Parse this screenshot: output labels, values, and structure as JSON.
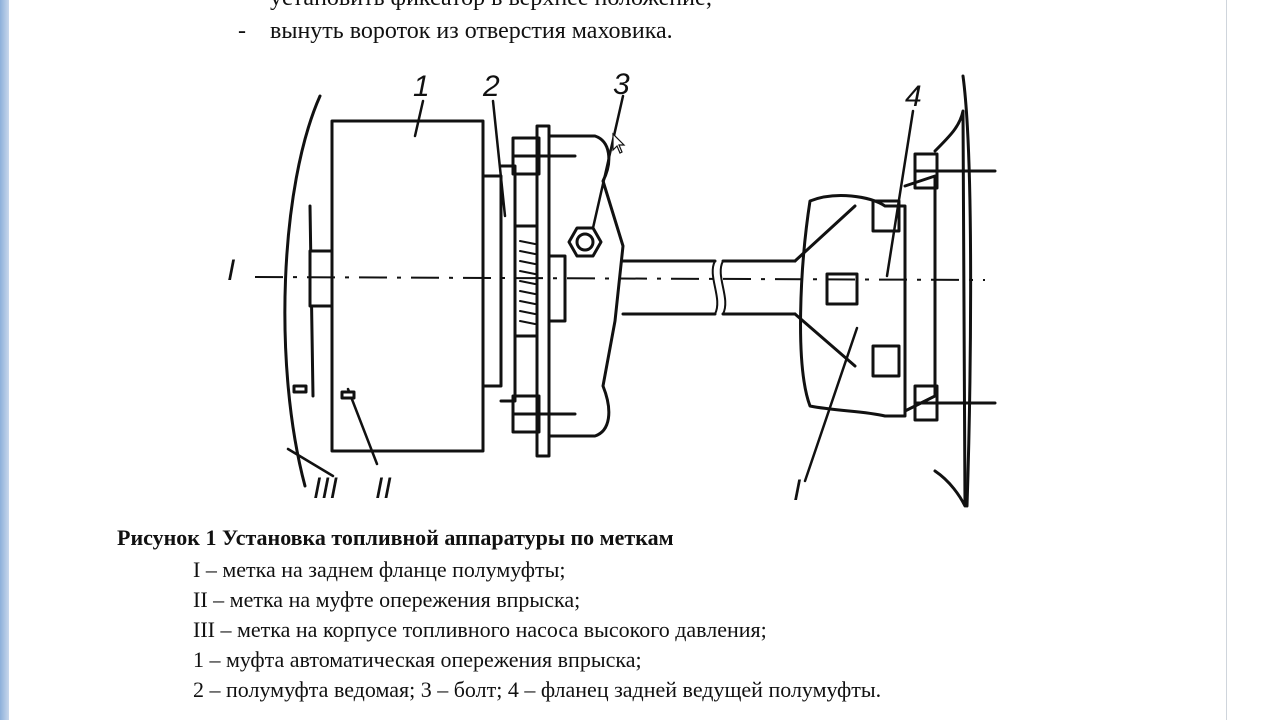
{
  "document": {
    "bullets": [
      {
        "marker": "-",
        "text": "установить фиксатор в верхнее положение;"
      },
      {
        "marker": "-",
        "text": "вынуть вороток из отверстия маховика."
      }
    ],
    "figure": {
      "caption": "Рисунок 1 Установка топливной аппаратуры по меткам",
      "callouts": [
        "1",
        "2",
        "3",
        "4"
      ],
      "marks": [
        "I",
        "II",
        "III",
        "I"
      ],
      "legend": [
        "I – метка на заднем фланце полумуфты;",
        "II – метка на муфте опережения впрыска;",
        "III – метка на корпусе топливного насоса высокого давления;",
        "1 – муфта автоматическая опережения впрыска;",
        "2 – полумуфта ведомая; 3 – болт; 4 – фланец задней ведущей полумуфты."
      ]
    }
  },
  "icons": {
    "mouse_cursor": "arrow-pointer-icon"
  }
}
